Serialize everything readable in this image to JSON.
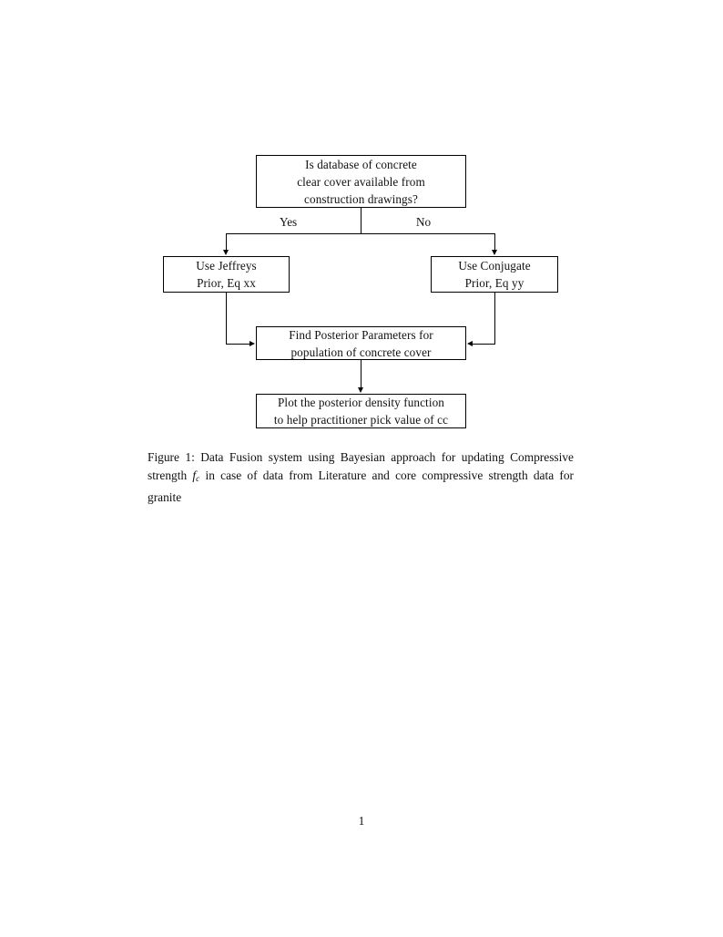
{
  "page": {
    "number": "1",
    "background_color": "#ffffff",
    "text_color": "#111111",
    "line_color": "#000000"
  },
  "figure": {
    "nodes": {
      "question": {
        "lines": [
          "Is database of concrete",
          "clear cover available from",
          "construction drawings?"
        ]
      },
      "jeffreys": {
        "lines": [
          "Use Jeffreys",
          "Prior, Eq xx"
        ]
      },
      "conjugate": {
        "lines": [
          "Use Conjugate",
          "Prior, Eq yy"
        ]
      },
      "posterior": {
        "lines": [
          "Find Posterior Parameters for",
          "population of concrete cover"
        ]
      },
      "plot": {
        "lines": [
          "Plot the posterior density function",
          "to help practitioner pick value of cc"
        ]
      }
    },
    "edge_labels": {
      "yes": "Yes",
      "no": "No"
    },
    "flow": [
      {
        "from": "question",
        "to": "jeffreys",
        "label": "Yes"
      },
      {
        "from": "question",
        "to": "conjugate",
        "label": "No"
      },
      {
        "from": "jeffreys",
        "to": "posterior",
        "label": ""
      },
      {
        "from": "conjugate",
        "to": "posterior",
        "label": ""
      },
      {
        "from": "posterior",
        "to": "plot",
        "label": ""
      }
    ]
  },
  "caption": {
    "label": "Figure 1:",
    "part1": " Data Fusion system using Bayesian approach for updating Compressive strength ",
    "math_symbol": "f",
    "math_subscript": "c",
    "part2": " in case of data from Literature and core compressive strength data for granite",
    "full_text": "Figure 1: Data Fusion system using Bayesian approach for updating Compressive strength f_c in case of data from Literature and core compressive strength data for granite"
  }
}
